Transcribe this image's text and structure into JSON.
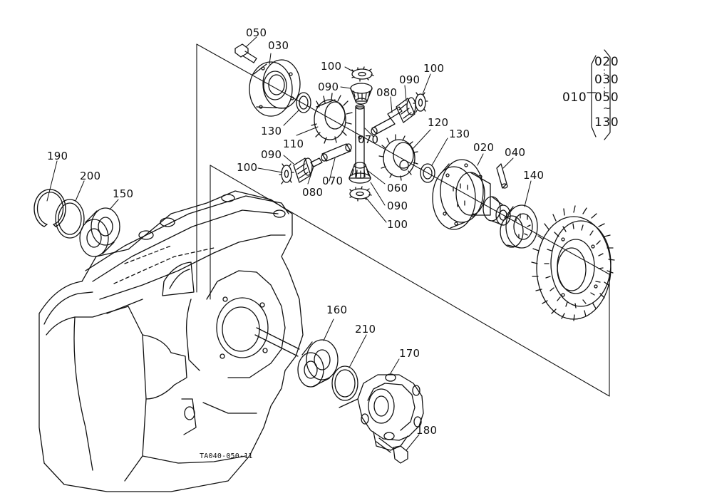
{
  "drawing_code": "TA040-050-11",
  "callouts": {
    "c050a": "050",
    "c030a": "030",
    "c100a": "100",
    "c090a": "090",
    "c080a": "080",
    "c090b": "090",
    "c100b": "100",
    "c130a": "130",
    "c110": "110",
    "c070a": "070",
    "c120": "120",
    "c130b": "130",
    "c020a": "020",
    "c040": "040",
    "c140": "140",
    "c090c": "090",
    "c100c": "100",
    "c080b": "080",
    "c070b": "070",
    "c060": "060",
    "c090d": "090",
    "c100d": "100",
    "c190": "190",
    "c200": "200",
    "c150": "150",
    "c160": "160",
    "c210": "210",
    "c170": "170",
    "c180": "180"
  },
  "assembly_key": {
    "parent": "010",
    "range": [
      "020",
      "030",
      "050",
      "130"
    ],
    "separators": [
      ":",
      ":",
      "~"
    ]
  }
}
